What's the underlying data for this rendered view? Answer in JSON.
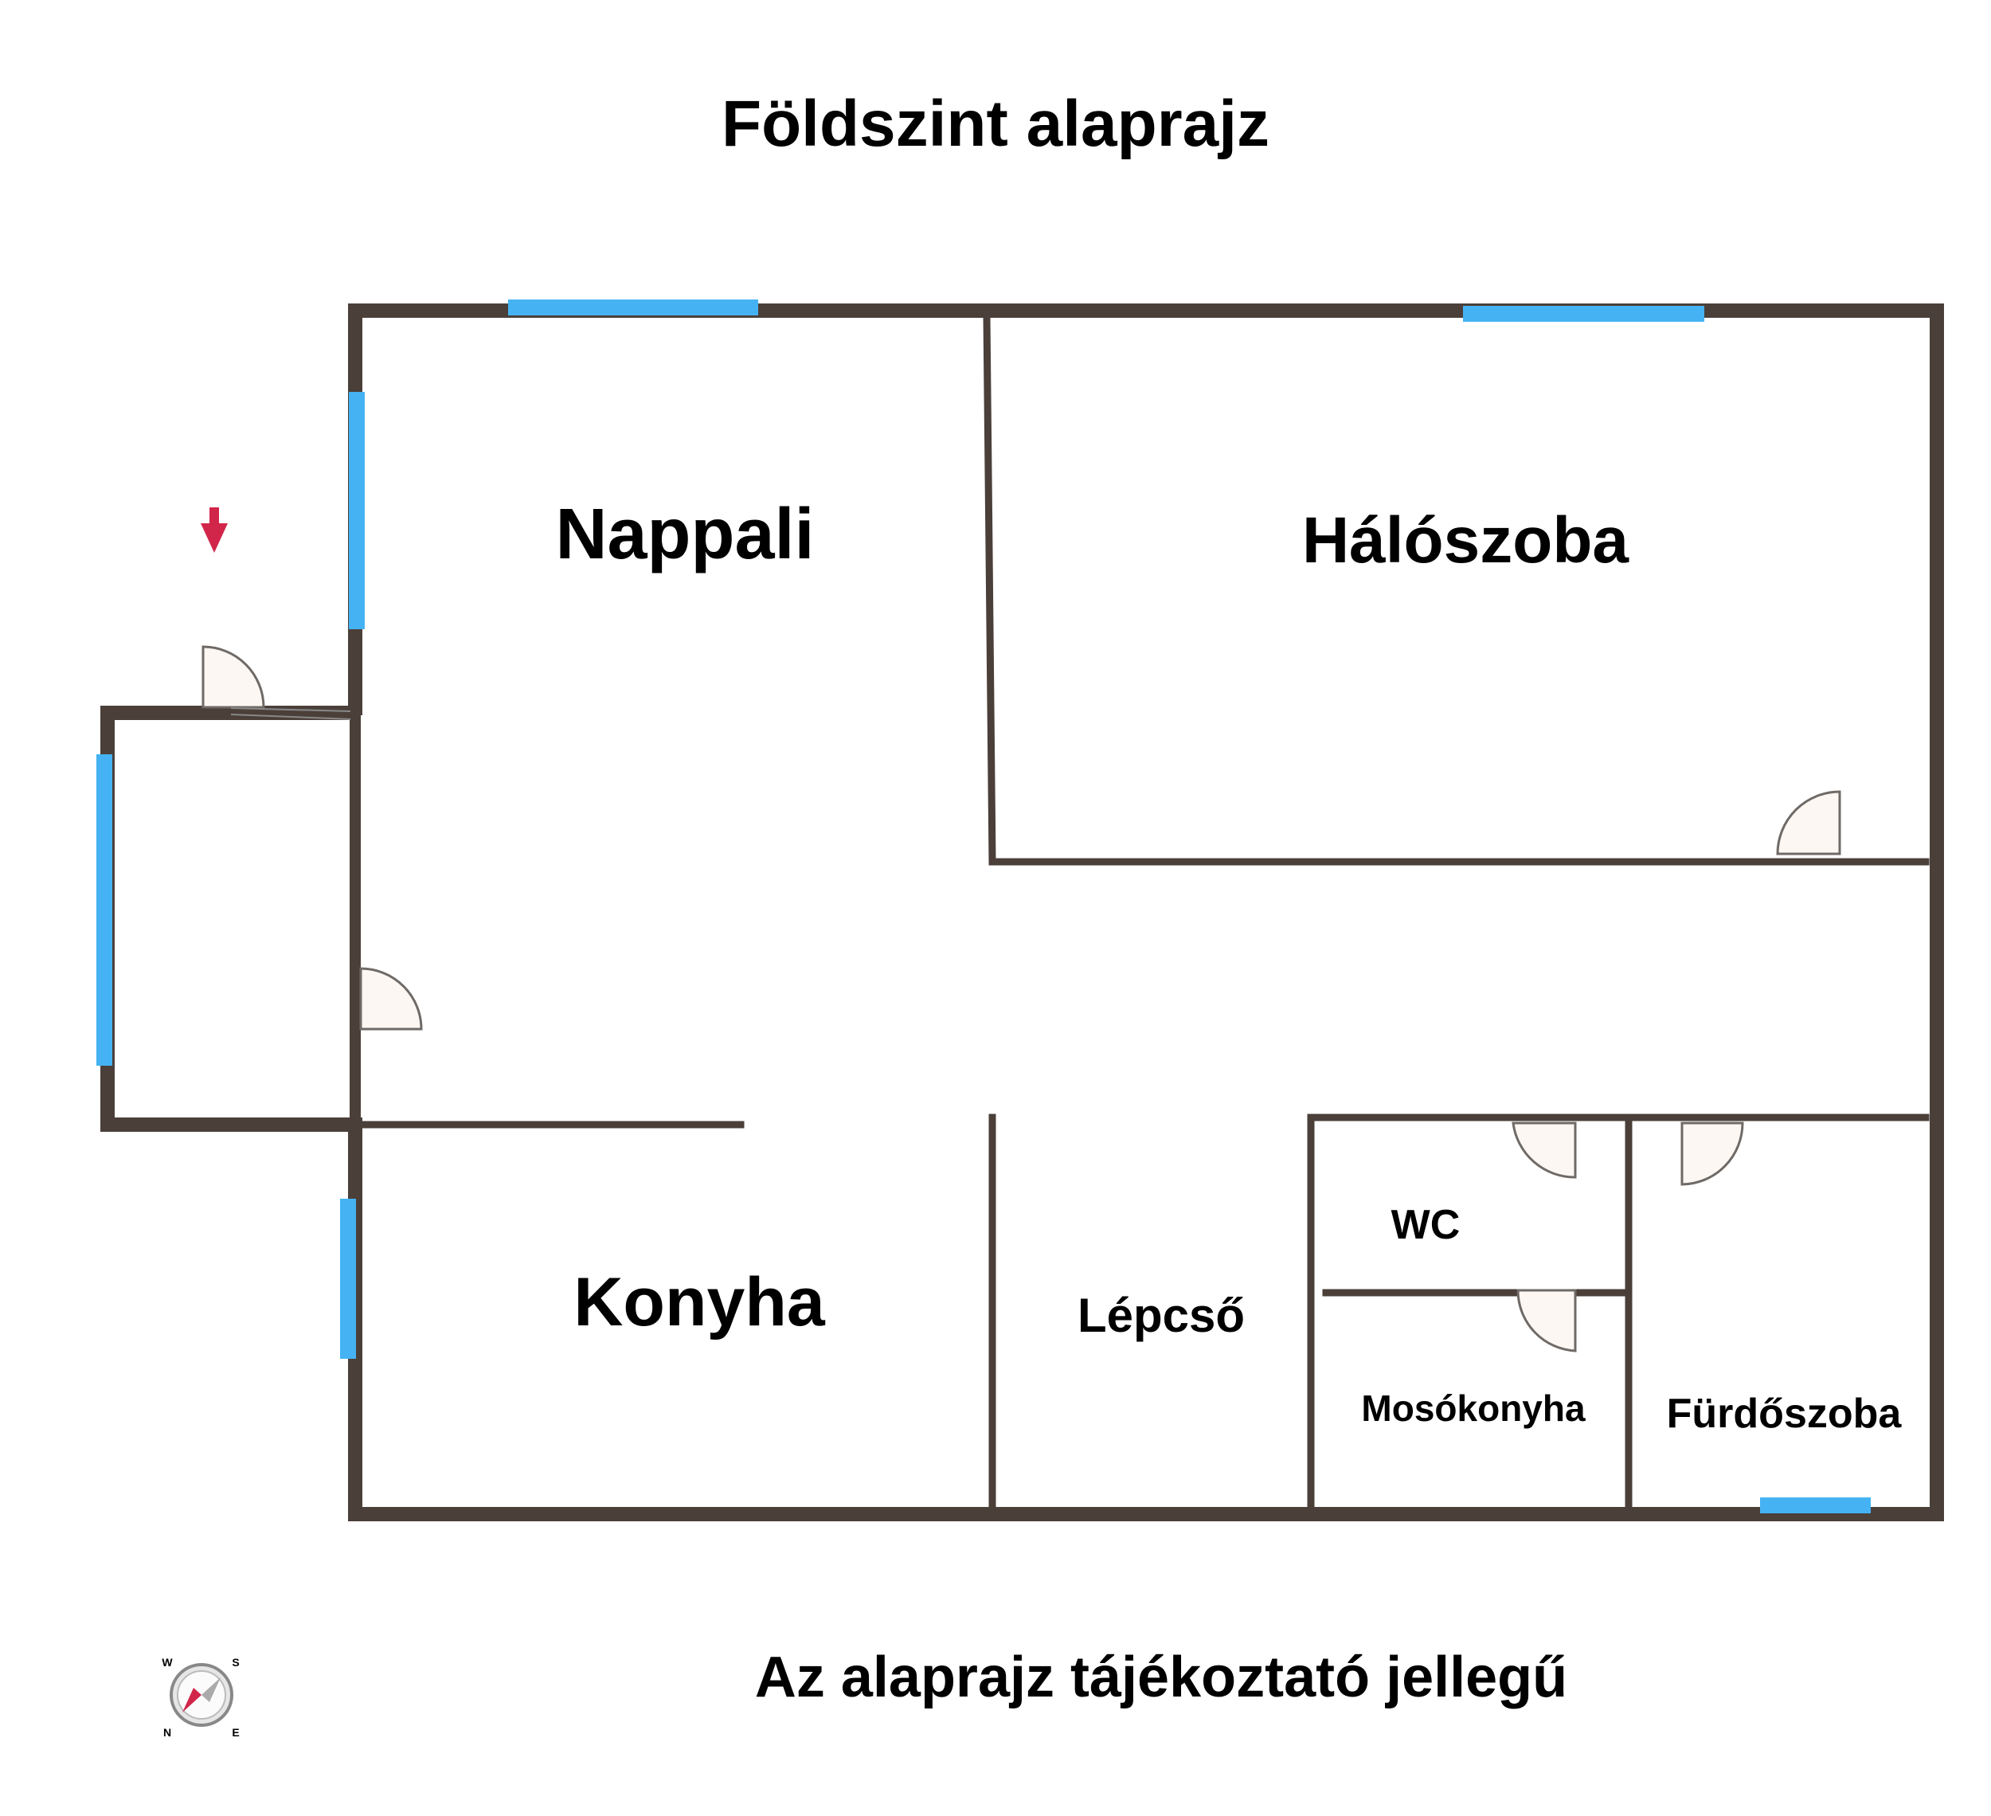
{
  "plan": {
    "title": "Földszint alaprajz",
    "footer_note": "Az alaprajz tájékoztató jellegű",
    "rooms": {
      "nappali": "Nappali",
      "haloszoba": "Hálószoba",
      "konyha": "Konyha",
      "lepcso": "Lépcső",
      "wc": "WC",
      "mosokonyha": "Mosókonyha",
      "furdoszoba": "Fürdőszoba"
    },
    "compass": {
      "labels": [
        "N",
        "E",
        "S",
        "W"
      ]
    }
  },
  "colors": {
    "wall": "#4b3f39",
    "window": "#45b3f3",
    "door_leaf": "#fcf7f2",
    "entrance_arrow": "#d1264a"
  }
}
